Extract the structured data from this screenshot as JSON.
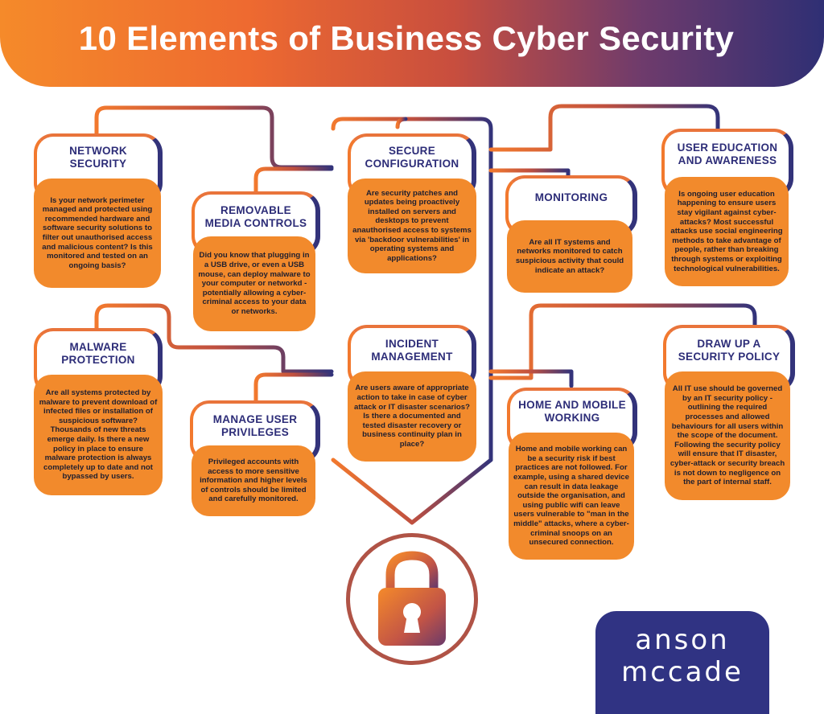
{
  "title": "10 Elements of Business Cyber Security",
  "cards": {
    "network": {
      "title": "NETWORK\nSECURITY",
      "body": "Is your network perimeter managed and protected using recommended hardware and software security solutions to filter out unauthorised access and malicious content? Is this monitored and tested on an ongoing basis?"
    },
    "removable": {
      "title": "REMOVABLE\nMEDIA CONTROLS",
      "body": "Did you know that plugging in a USB drive, or even a USB mouse, can deploy malware to your computer or networkd - potentially allowing a cyber-criminal access to your data or networks."
    },
    "secure_config": {
      "title": "SECURE\nCONFIGURATION",
      "body": "Are security patches and updates being proactively installed on servers and desktops to prevent anauthorised access to systems via 'backdoor vulnerabilities' in operating systems and applications?"
    },
    "monitoring": {
      "title": "MONITORING",
      "body": "Are all IT systems and networks monitored to catch suspicious activity that could indicate an attack?"
    },
    "user_education": {
      "title": "USER EDUCATION\nAND AWARENESS",
      "body": "Is ongoing user education happening to ensure users stay vigilant against cyber-attacks? Most successful attacks use social engineering methods to take advantage of people, rather than breaking through systems or exploiting technological vulnerabilities."
    },
    "malware": {
      "title": "MALWARE\nPROTECTION",
      "body": "Are all systems protected by malware to prevent download of infected files or installation of suspicious software? Thousands of new threats emerge daily. Is there a new policy in place to ensure malware protection is always completely up to date and not bypassed by users."
    },
    "privileges": {
      "title": "MANAGE USER\nPRIVILEGES",
      "body": "Privileged accounts with access to more sensitive information and higher levels of controls should be limited and carefully monitored."
    },
    "incident": {
      "title": "INCIDENT\nMANAGEMENT",
      "body": "Are users aware of appropriate action to take in case of cyber attack or IT disaster scenarios? Is there a documented and tested disaster recovery or business continuity plan in place?"
    },
    "home_mobile": {
      "title": "HOME AND MOBILE\nWORKING",
      "body": "Home and mobile working can be a security risk if best practices are not followed. For example, using a shared device can result in data leakage outside the organisation, and using public wifi can leave users vulnerable to \"man in the middle\" attacks, where a cyber-criminal snoops on an unsecured connection."
    },
    "policy": {
      "title": "DRAW UP A\nSECURITY POLICY",
      "body": "All IT use should be governed by an IT security policy - outlining the required processes and allowed behaviours for all users within the scope of the document. Following the security policy will ensure that IT disaster, cyber-attack or security breach is not down to negligence on the part of internal staff."
    }
  },
  "logo": {
    "line1": "anson",
    "line2": "mccade"
  },
  "colors": {
    "orange": "#f28a2c",
    "navy": "#2d2d78",
    "wire": "#c85a3e"
  }
}
